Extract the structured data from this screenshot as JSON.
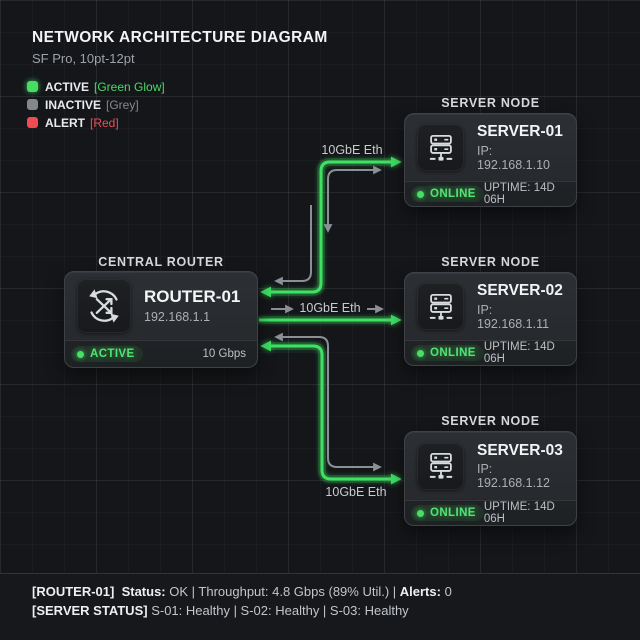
{
  "header": {
    "title": "NETWORK ARCHITECTURE DIAGRAM",
    "subtitle": "SF Pro, 10pt-12pt"
  },
  "legend": [
    {
      "label": "ACTIVE",
      "note": "[Green Glow]",
      "color": "#47dd63"
    },
    {
      "label": "INACTIVE",
      "note": "[Grey]",
      "color": "#84888d"
    },
    {
      "label": "ALERT",
      "note": "[Red]",
      "color": "#ee4b52"
    }
  ],
  "router": {
    "section_label": "CENTRAL ROUTER",
    "name": "ROUTER-01",
    "ip": "192.168.1.1",
    "status": "ACTIVE",
    "bandwidth": "10 Gbps"
  },
  "servers": [
    {
      "section_label": "SERVER NODE",
      "name": "SERVER-01",
      "ip": "IP: 192.168.1.10",
      "status": "ONLINE",
      "uptime": "UPTIME: 14D 06H"
    },
    {
      "section_label": "SERVER NODE",
      "name": "SERVER-02",
      "ip": "IP: 192.168.1.11",
      "status": "ONLINE",
      "uptime": "UPTIME: 14D 06H"
    },
    {
      "section_label": "SERVER NODE",
      "name": "SERVER-03",
      "ip": "IP: 192.168.1.12",
      "status": "ONLINE",
      "uptime": "UPTIME: 14D 06H"
    }
  ],
  "links": [
    {
      "label": "10GbE Eth"
    },
    {
      "label": "10GbE Eth"
    },
    {
      "label": "10GbE Eth"
    }
  ],
  "colors": {
    "active_green": "#3fe163",
    "inactive_grey": "#8a9096",
    "alert_red": "#ee4b52"
  },
  "status_bar": {
    "line1": [
      {
        "text": "[ROUTER-01]",
        "style": "bold"
      },
      {
        "text": "  ",
        "style": "normal"
      },
      {
        "text": "Status:",
        "style": "bold"
      },
      {
        "text": " OK | Throughput: 4.8 Gbps (89% Util.) | ",
        "style": "normal"
      },
      {
        "text": "Alerts:",
        "style": "bold"
      },
      {
        "text": " 0",
        "style": "normal"
      }
    ],
    "line2": [
      {
        "text": "[SERVER STATUS]",
        "style": "bold"
      },
      {
        "text": " S-01: Healthy | S-02: Healthy | S-03: Healthy",
        "style": "normal"
      }
    ]
  }
}
